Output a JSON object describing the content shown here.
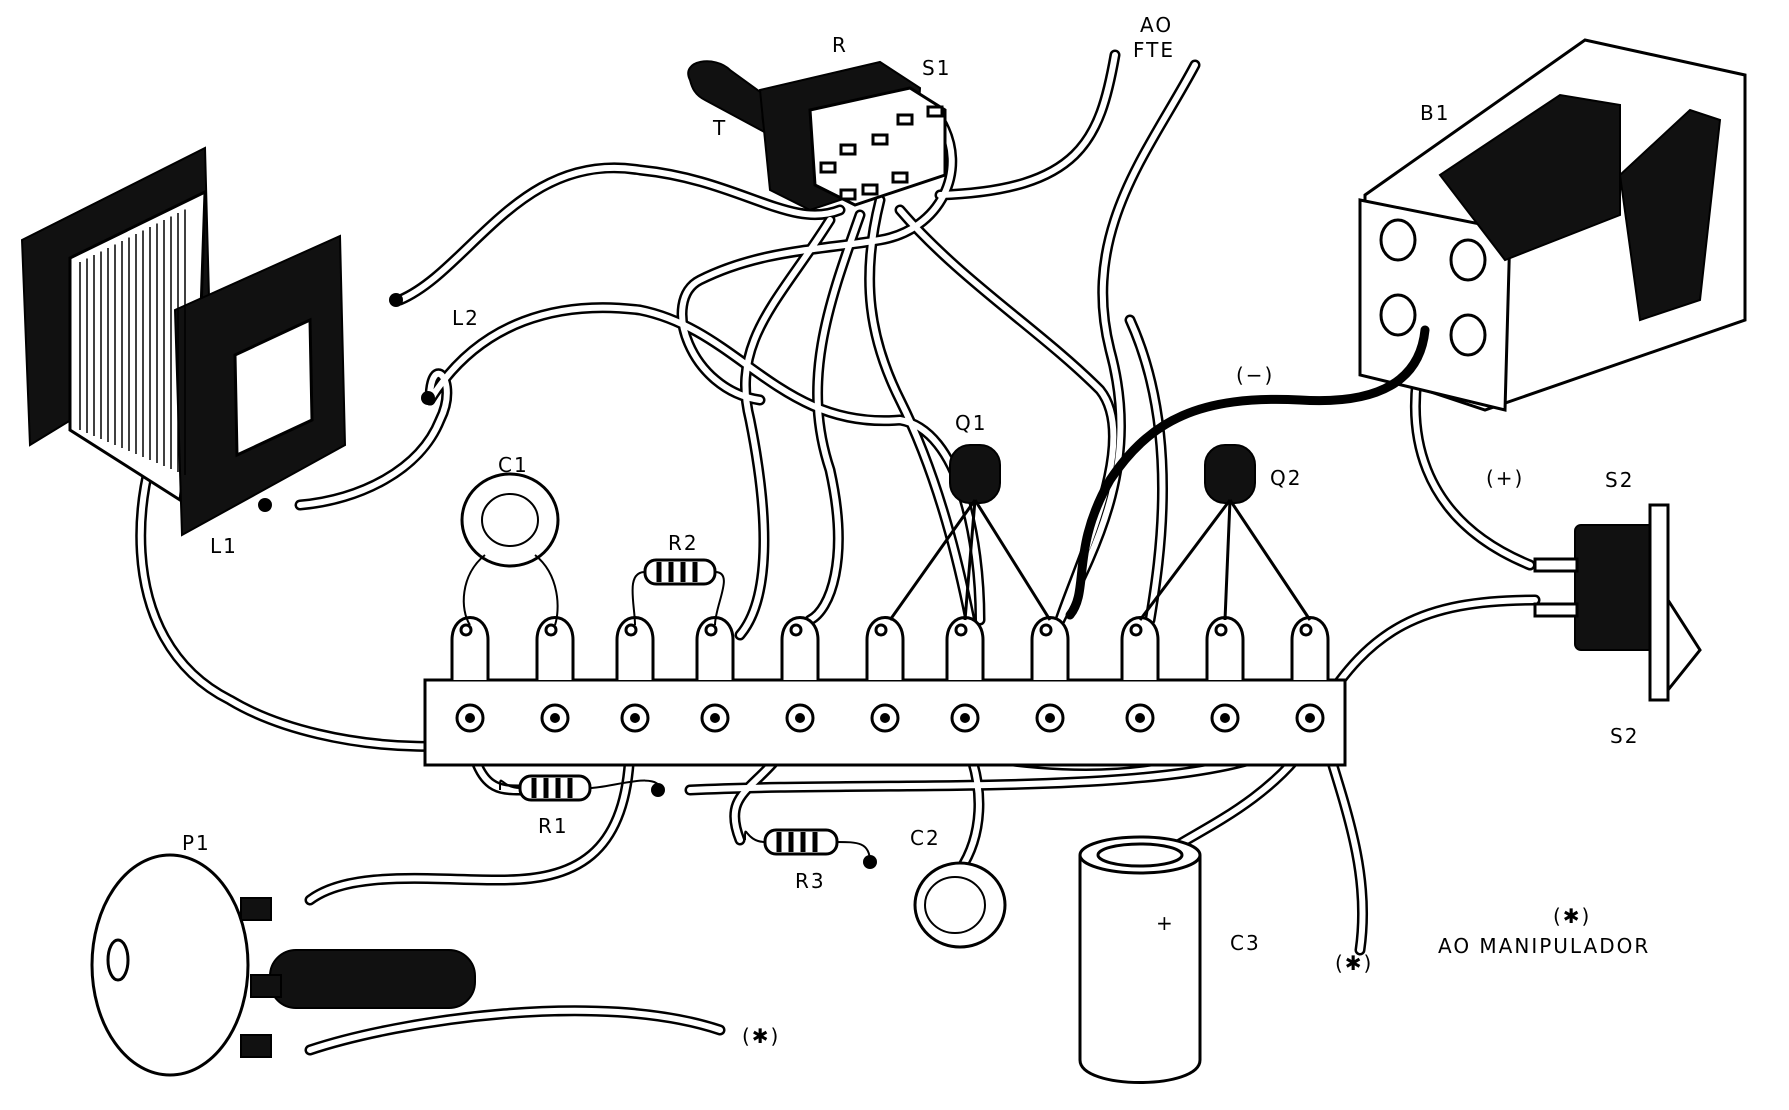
{
  "diagram": {
    "labels": {
      "L1": "L1",
      "L2": "L2",
      "C1": "C1",
      "R2": "R2",
      "R": "R",
      "T": "T",
      "S1": "S1",
      "ao": "AO",
      "fte": "FTE",
      "B1": "B1",
      "minus": "(−)",
      "plus": "(+)",
      "Q1": "Q1",
      "Q2": "Q2",
      "S2_top": "S2",
      "S2_bottom": "S2",
      "R1": "R1",
      "R3": "R3",
      "C2": "C2",
      "C3": "C3",
      "C3_polarity": "+",
      "P1": "P1",
      "star_p1": "(✱)",
      "star_strip": "(✱)",
      "star_note": "(✱)",
      "note": "AO   MANIPULADOR"
    }
  }
}
